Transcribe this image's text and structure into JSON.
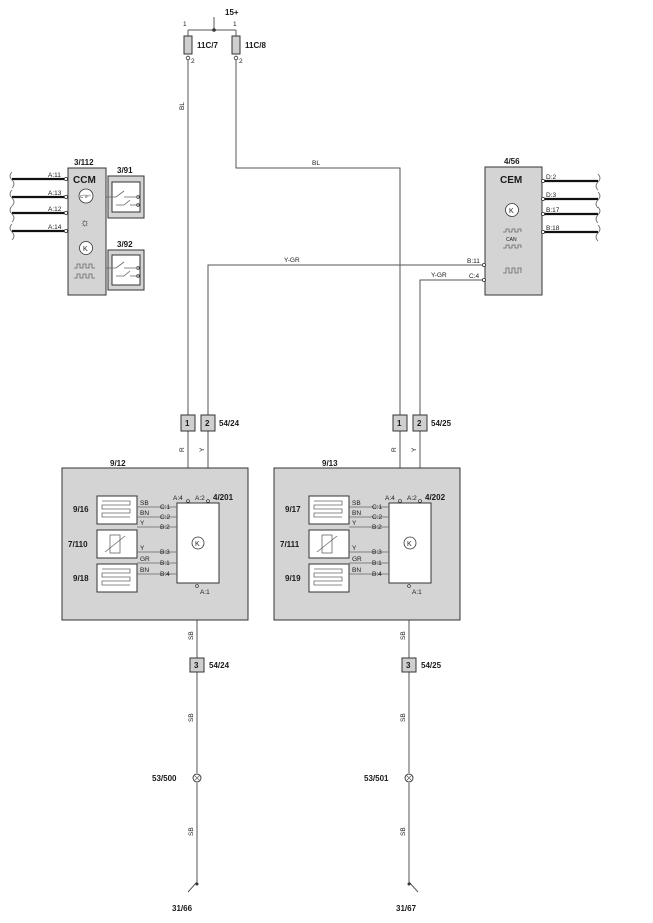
{
  "power": {
    "label": "15+",
    "pin1_left": "1",
    "pin1_right": "1"
  },
  "fuses": [
    {
      "id": "11C/7",
      "pin_top": "1",
      "pin_bottom": "2"
    },
    {
      "id": "11C/8",
      "pin_top": "1",
      "pin_bottom": "2"
    }
  ],
  "wire_colors": {
    "bl": "BL",
    "ygr": "Y-GR",
    "r": "R",
    "y": "Y",
    "sb": "SB",
    "bn": "BN",
    "gr": "GR"
  },
  "ccm": {
    "id": "3/112",
    "label": "CCM",
    "temp_symbol": "C°/F°",
    "pins": [
      "A:11",
      "A:13",
      "A:12",
      "A:14"
    ],
    "switch_top": "3/91",
    "switch_bottom": "3/92"
  },
  "cem": {
    "id": "4/56",
    "label": "CEM",
    "can_label": "CAN",
    "pins_right": [
      "D:2",
      "D:3",
      "B:17",
      "B:18"
    ],
    "pins_left": [
      "B:11",
      "C:4"
    ]
  },
  "connectors": {
    "left_top": {
      "id": "54/24",
      "pins": [
        "1",
        "2"
      ]
    },
    "right_top": {
      "id": "54/25",
      "pins": [
        "1",
        "2"
      ]
    },
    "left_bottom": {
      "id": "54/24",
      "pin": "3"
    },
    "right_bottom": {
      "id": "54/25",
      "pin": "3"
    }
  },
  "seat_left": {
    "id": "9/12",
    "module": "4/201",
    "heater_top": "9/16",
    "sensor": "7/110",
    "heater_bottom": "9/18",
    "pins": [
      "A:4",
      "A:2",
      "C:1",
      "C:2",
      "B:2",
      "B:3",
      "B:1",
      "B:4",
      "A:1"
    ]
  },
  "seat_right": {
    "id": "9/13",
    "module": "4/202",
    "heater_top": "9/17",
    "sensor": "7/111",
    "heater_bottom": "9/19",
    "pins": [
      "A:4",
      "A:2",
      "C:1",
      "C:2",
      "B:2",
      "B:3",
      "B:1",
      "B:4",
      "A:1"
    ]
  },
  "grounds": {
    "left_splice": "53/500",
    "right_splice": "53/501",
    "left_ground": "31/66",
    "right_ground": "31/67"
  }
}
